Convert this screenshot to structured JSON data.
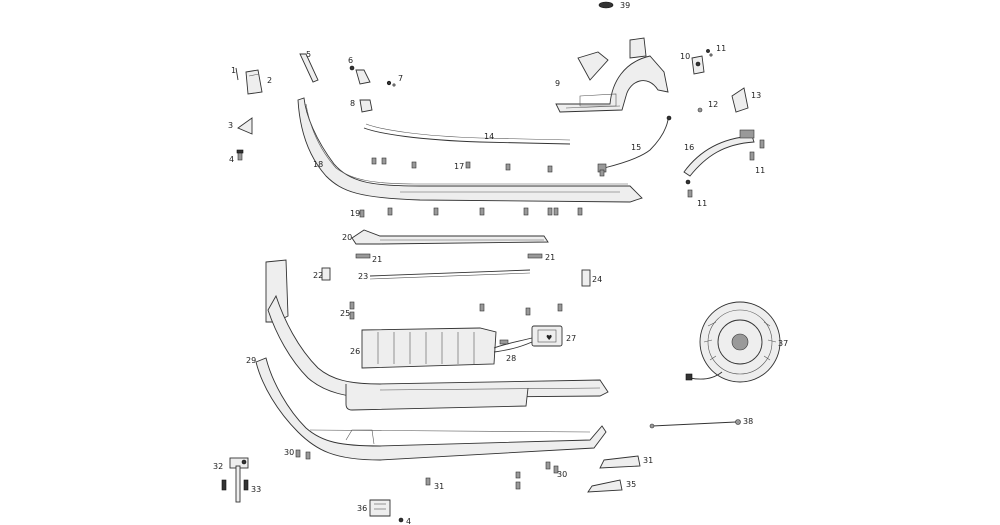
{
  "diagram": {
    "labels": [
      "1",
      "2",
      "3",
      "4",
      "5",
      "6",
      "7",
      "8",
      "9",
      "10",
      "11",
      "11",
      "11",
      "11",
      "12",
      "13",
      "14",
      "15",
      "16",
      "17",
      "18",
      "19",
      "20",
      "21",
      "21",
      "22",
      "23",
      "24",
      "25",
      "26",
      "27",
      "28",
      "29",
      "30",
      "30",
      "31",
      "31",
      "32",
      "33",
      "35",
      "31",
      "36",
      "4",
      "37",
      "38",
      "39"
    ]
  }
}
